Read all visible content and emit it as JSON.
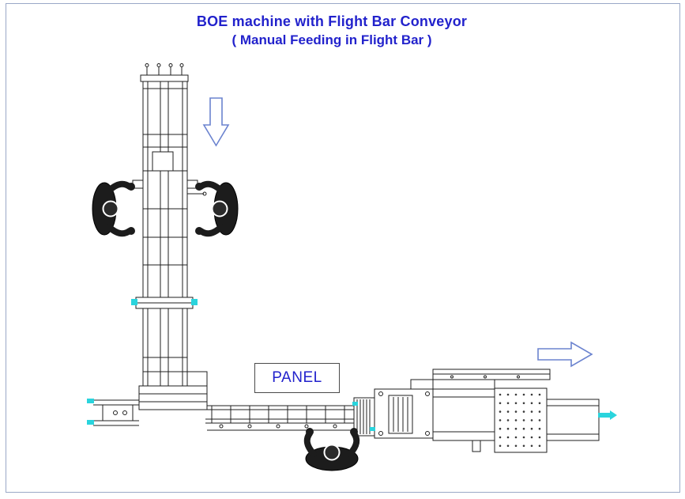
{
  "header": {
    "title": "BOE machine with Flight Bar Conveyor",
    "subtitle": "( Manual Feeding in Flight Bar )"
  },
  "labels": {
    "panel": "PANEL"
  },
  "colors": {
    "title_text": "#2222cc",
    "panel_text": "#2222cc",
    "flow_arrow_outline": "#6b83cf",
    "drawing_line": "#1f1f1f",
    "accent_cyan": "#2ad4dd",
    "background": "#ffffff",
    "frame_border": "#9aa8c7"
  },
  "icons": {
    "down_arrow": "flow-direction-down-arrow",
    "right_arrow": "flow-direction-right-arrow",
    "operators": [
      "operator-top-left",
      "operator-top-right",
      "operator-bottom"
    ]
  }
}
